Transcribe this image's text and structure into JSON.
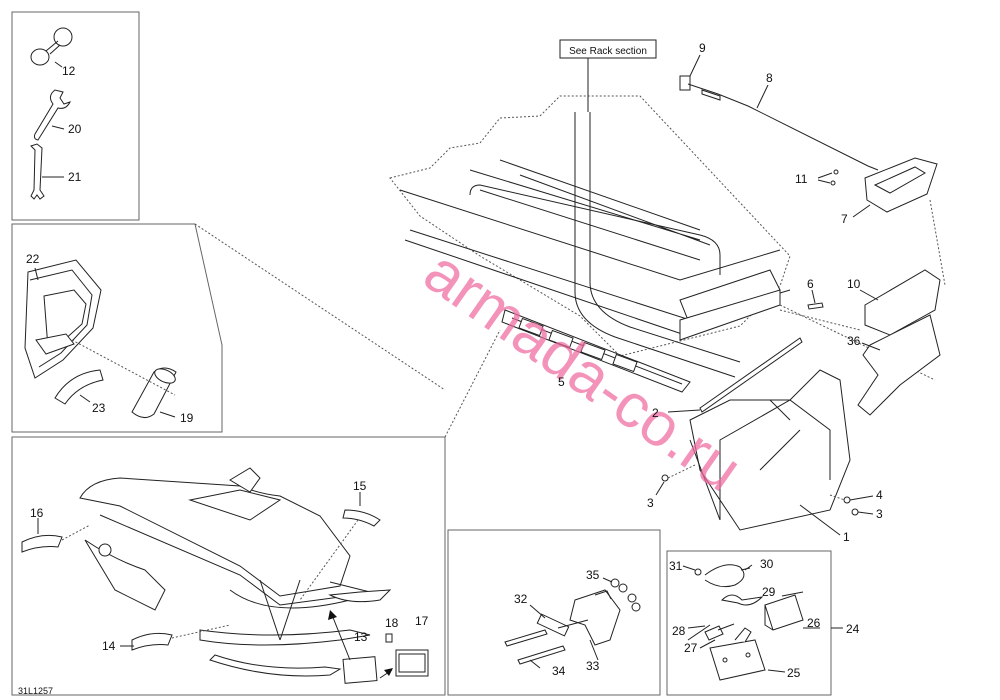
{
  "diagram": {
    "reference_box_label": "See Rack section",
    "watermark": "armada-co.ru",
    "drawing_code": "31L1257",
    "callouts": [
      "1",
      "2",
      "3",
      "3",
      "4",
      "5",
      "6",
      "7",
      "8",
      "9",
      "10",
      "11",
      "12",
      "13",
      "14",
      "15",
      "16",
      "17",
      "18",
      "19",
      "20",
      "21",
      "22",
      "23",
      "24",
      "25",
      "26",
      "27",
      "28",
      "29",
      "30",
      "31",
      "32",
      "33",
      "34",
      "35",
      "36"
    ]
  }
}
